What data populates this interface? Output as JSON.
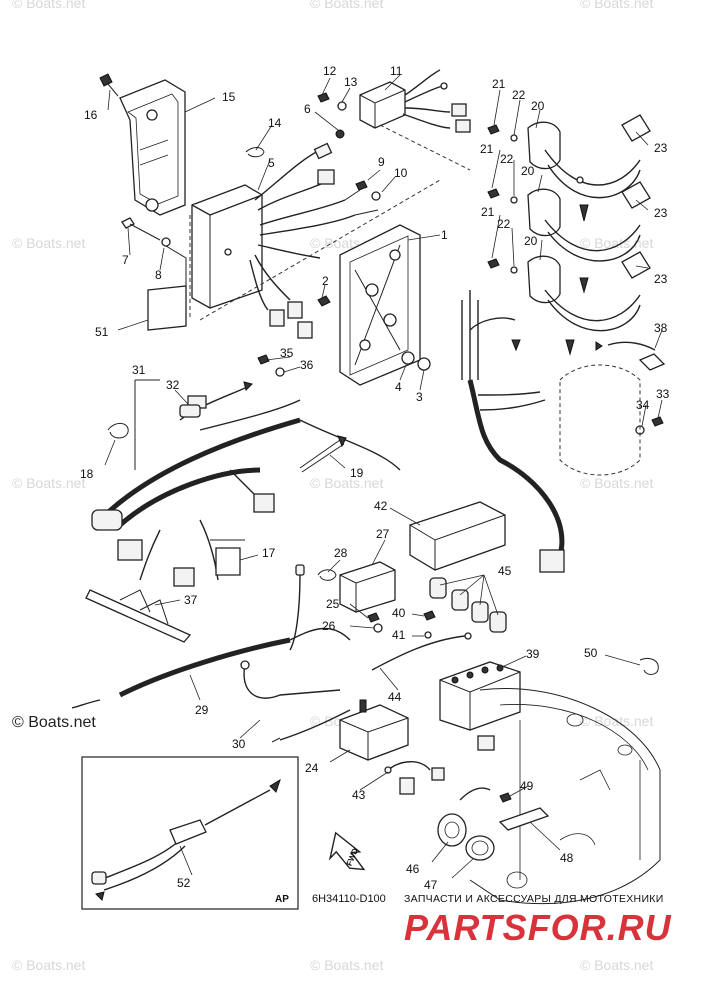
{
  "diagram": {
    "drawing_code": "6H34110-D100",
    "inset_tag": "AP",
    "fwd_arrow_label": "FWD",
    "watermark": "© Boats.net",
    "parts_logo_tagline": "ЗАПЧАСТИ И АКСЕССУАРЫ ДЛЯ МОТОТЕХНИКИ",
    "parts_logo": "PARTSFOR.RU",
    "callouts": [
      {
        "id": "c1",
        "label": "1"
      },
      {
        "id": "c2",
        "label": "2"
      },
      {
        "id": "c3",
        "label": "3"
      },
      {
        "id": "c4",
        "label": "4"
      },
      {
        "id": "c5",
        "label": "5"
      },
      {
        "id": "c6",
        "label": "6"
      },
      {
        "id": "c7",
        "label": "7"
      },
      {
        "id": "c8",
        "label": "8"
      },
      {
        "id": "c9",
        "label": "9"
      },
      {
        "id": "c10",
        "label": "10"
      },
      {
        "id": "c11",
        "label": "11"
      },
      {
        "id": "c12",
        "label": "12"
      },
      {
        "id": "c13",
        "label": "13"
      },
      {
        "id": "c14",
        "label": "14"
      },
      {
        "id": "c15",
        "label": "15"
      },
      {
        "id": "c16",
        "label": "16"
      },
      {
        "id": "c17",
        "label": "17"
      },
      {
        "id": "c18",
        "label": "18"
      },
      {
        "id": "c19",
        "label": "19"
      },
      {
        "id": "c20a",
        "label": "20"
      },
      {
        "id": "c20b",
        "label": "20"
      },
      {
        "id": "c20c",
        "label": "20"
      },
      {
        "id": "c21a",
        "label": "21"
      },
      {
        "id": "c21b",
        "label": "21"
      },
      {
        "id": "c21c",
        "label": "21"
      },
      {
        "id": "c22a",
        "label": "22"
      },
      {
        "id": "c22b",
        "label": "22"
      },
      {
        "id": "c22c",
        "label": "22"
      },
      {
        "id": "c23a",
        "label": "23"
      },
      {
        "id": "c23b",
        "label": "23"
      },
      {
        "id": "c23c",
        "label": "23"
      },
      {
        "id": "c24",
        "label": "24"
      },
      {
        "id": "c25",
        "label": "25"
      },
      {
        "id": "c26",
        "label": "26"
      },
      {
        "id": "c27",
        "label": "27"
      },
      {
        "id": "c28",
        "label": "28"
      },
      {
        "id": "c29",
        "label": "29"
      },
      {
        "id": "c30",
        "label": "30"
      },
      {
        "id": "c31",
        "label": "31"
      },
      {
        "id": "c32",
        "label": "32"
      },
      {
        "id": "c33",
        "label": "33"
      },
      {
        "id": "c34",
        "label": "34"
      },
      {
        "id": "c35",
        "label": "35"
      },
      {
        "id": "c36",
        "label": "36"
      },
      {
        "id": "c37",
        "label": "37"
      },
      {
        "id": "c38",
        "label": "38"
      },
      {
        "id": "c39",
        "label": "39"
      },
      {
        "id": "c40",
        "label": "40"
      },
      {
        "id": "c41",
        "label": "41"
      },
      {
        "id": "c42",
        "label": "42"
      },
      {
        "id": "c43",
        "label": "43"
      },
      {
        "id": "c44",
        "label": "44"
      },
      {
        "id": "c45",
        "label": "45"
      },
      {
        "id": "c46",
        "label": "46"
      },
      {
        "id": "c47",
        "label": "47"
      },
      {
        "id": "c48",
        "label": "48"
      },
      {
        "id": "c49",
        "label": "49"
      },
      {
        "id": "c50",
        "label": "50"
      },
      {
        "id": "c51",
        "label": "51"
      },
      {
        "id": "c52",
        "label": "52"
      }
    ]
  }
}
